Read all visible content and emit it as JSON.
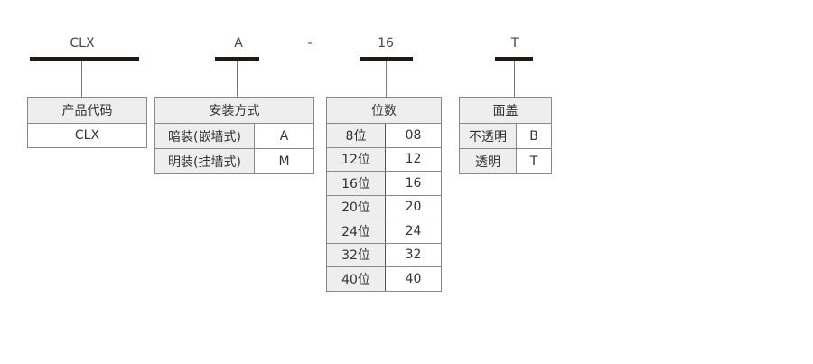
{
  "codes": {
    "product": "CLX",
    "install": "A",
    "separator": "-",
    "digits": "16",
    "cover": "T"
  },
  "product_box": {
    "title": "产品代码",
    "value": "CLX"
  },
  "install_box": {
    "title": "安装方式",
    "rows": [
      {
        "label": "暗装(嵌墙式)",
        "value": "A"
      },
      {
        "label": "明装(挂墙式)",
        "value": "M"
      }
    ]
  },
  "digits_box": {
    "title": "位数",
    "rows": [
      {
        "label": "8位",
        "value": "08"
      },
      {
        "label": "12位",
        "value": "12"
      },
      {
        "label": "16位",
        "value": "16"
      },
      {
        "label": "20位",
        "value": "20"
      },
      {
        "label": "24位",
        "value": "24"
      },
      {
        "label": "32位",
        "value": "32"
      },
      {
        "label": "40位",
        "value": "40"
      }
    ]
  },
  "cover_box": {
    "title": "面盖",
    "rows": [
      {
        "label": "不透明",
        "value": "B"
      },
      {
        "label": "透明",
        "value": "T"
      }
    ]
  },
  "colors": {
    "bar": "#231815",
    "header_fill": "#eeeeee",
    "border": "#888888",
    "text": "#333333"
  }
}
